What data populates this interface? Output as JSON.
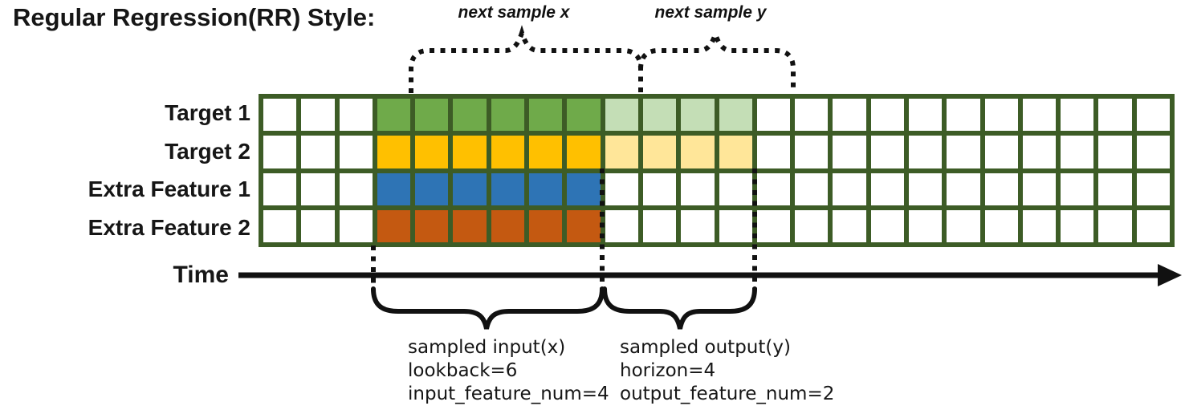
{
  "title": "Regular Regression(RR) Style:",
  "colors": {
    "grid_line": "#3d5c26",
    "white": "#ffffff",
    "green": "#6faa4a",
    "light_green": "#c4deb6",
    "yellow": "#ffc000",
    "light_yellow": "#ffe699",
    "blue": "#2e74b5",
    "orange": "#c45911",
    "ink": "#111111"
  },
  "grid": {
    "columns": 24,
    "lookback_columns": 6,
    "horizon_columns": 4,
    "rows": [
      {
        "label": "Target 1",
        "segments": [
          [
            "white",
            3
          ],
          [
            "green",
            6
          ],
          [
            "light_green",
            4
          ],
          [
            "white",
            11
          ]
        ]
      },
      {
        "label": "Target 2",
        "segments": [
          [
            "white",
            3
          ],
          [
            "yellow",
            6
          ],
          [
            "light_yellow",
            4
          ],
          [
            "white",
            11
          ]
        ]
      },
      {
        "label": "Extra Feature 1",
        "segments": [
          [
            "white",
            3
          ],
          [
            "blue",
            6
          ],
          [
            "white",
            15
          ]
        ]
      },
      {
        "label": "Extra Feature 2",
        "segments": [
          [
            "white",
            3
          ],
          [
            "orange",
            6
          ],
          [
            "white",
            15
          ]
        ]
      }
    ]
  },
  "annotations": {
    "next_sample_x": "next sample x",
    "next_sample_y": "next sample y",
    "time_label": "Time",
    "input_block": {
      "line1": "sampled input(x)",
      "line2": "lookback=6",
      "line3": "input_feature_num=4"
    },
    "output_block": {
      "line1": "sampled output(y)",
      "line2": "horizon=4",
      "line3": "output_feature_num=2"
    }
  }
}
